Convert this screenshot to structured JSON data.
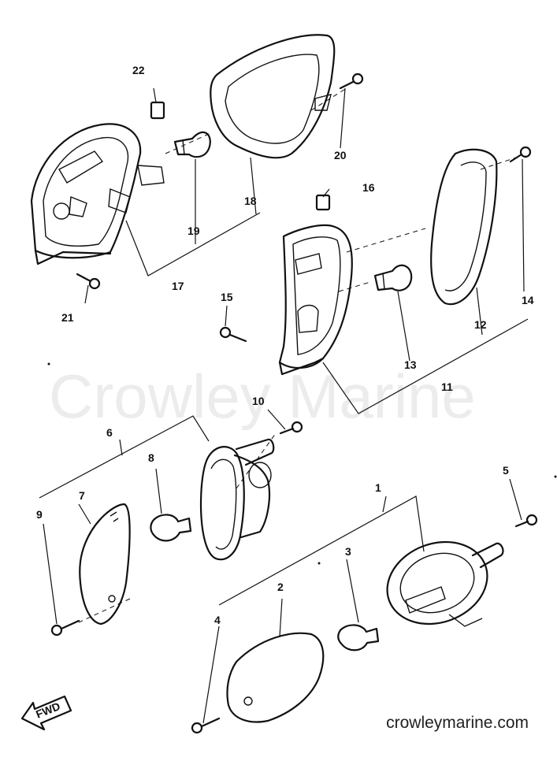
{
  "watermark": "Crowley Marine",
  "footer_url": "crowleymarine.com",
  "fwd_label": "FWD",
  "callouts": [
    "1",
    "2",
    "3",
    "4",
    "5",
    "6",
    "7",
    "8",
    "9",
    "10",
    "11",
    "12",
    "13",
    "14",
    "15",
    "16",
    "17",
    "18",
    "19",
    "20",
    "21",
    "22"
  ]
}
